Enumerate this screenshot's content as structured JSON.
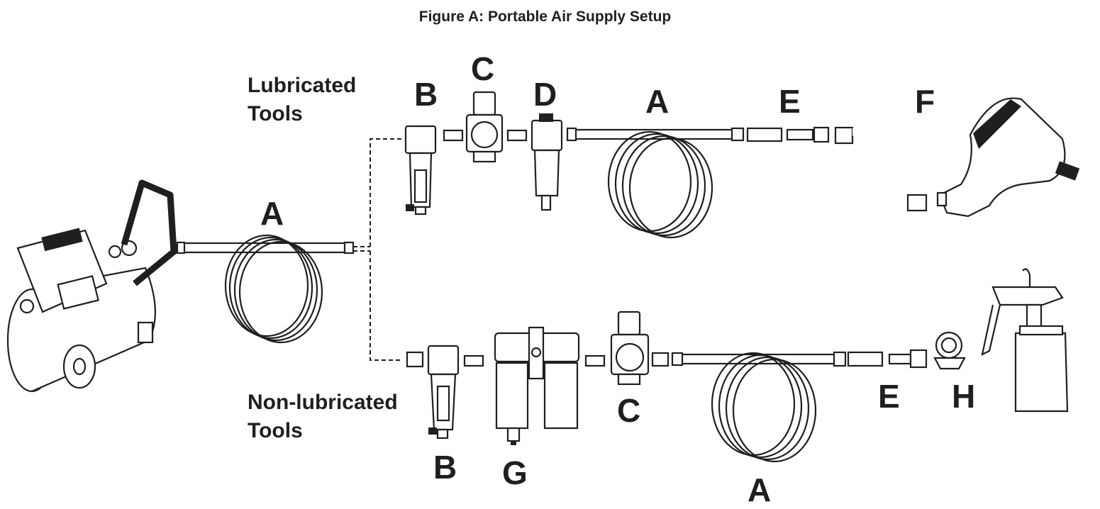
{
  "figure": {
    "title": "Figure A:  Portable Air Supply Setup",
    "sections": {
      "lubricated": [
        "Lubricated",
        "Tools"
      ],
      "non_lubricated": [
        "Non-lubricated",
        "Tools"
      ]
    },
    "labels": {
      "main_hose": "A",
      "upper": {
        "filter": "B",
        "regulator": "C",
        "lubricator": "D",
        "hose": "A",
        "coupler": "E",
        "whip_hose": "F"
      },
      "lower": {
        "filter": "B",
        "desiccant_dryer": "G",
        "regulator": "C",
        "hose": "A",
        "coupler": "E",
        "gauge": "H"
      }
    }
  }
}
